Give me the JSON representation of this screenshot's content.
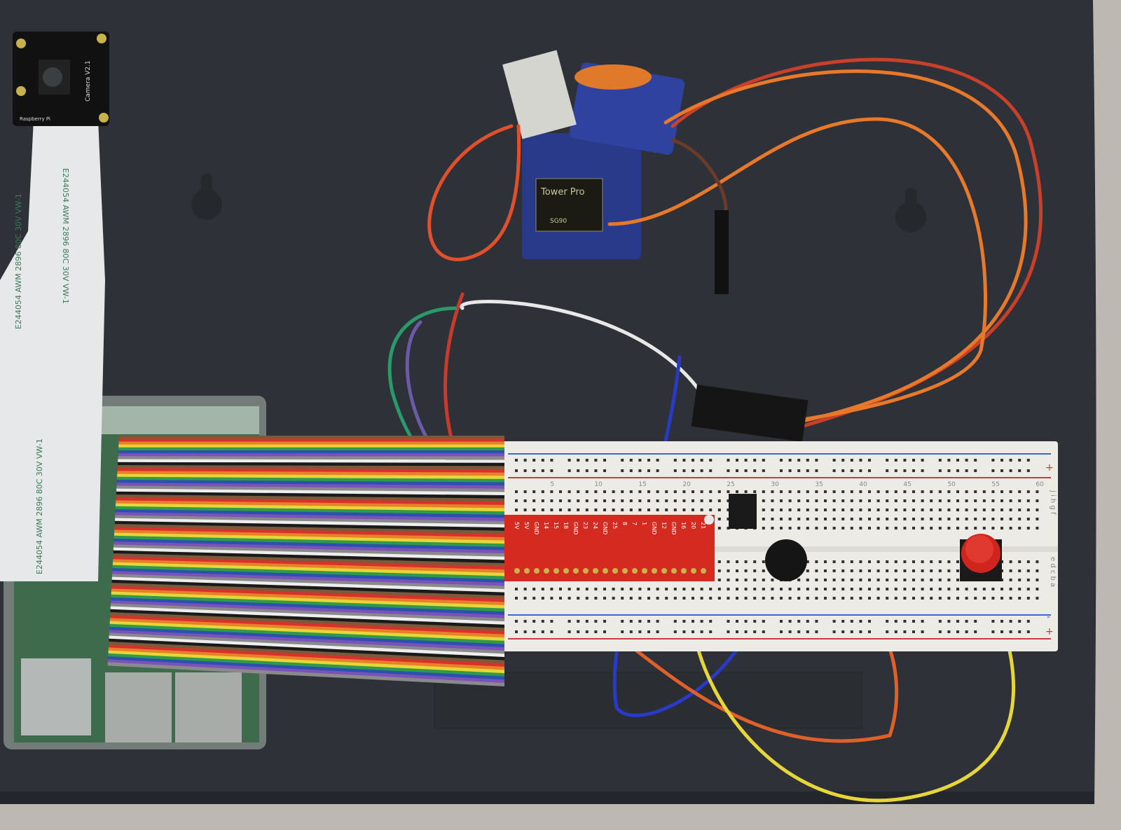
{
  "photo": {
    "camera": {
      "label": "Camera V2.1",
      "brand": "Raspberry Pi"
    },
    "flex_cable_text": "E244054 AWM 2896 80C 30V VW-1",
    "servo": {
      "label": "Tower Pro",
      "model": "SG90"
    },
    "breadboard": {
      "column_numbers": [
        "5",
        "10",
        "15",
        "20",
        "25",
        "30",
        "35",
        "40",
        "45",
        "50",
        "55",
        "60"
      ],
      "row_letters_top": "j i h g f",
      "row_letters_bottom": "e d c b a",
      "rail_plus": "+",
      "rail_minus": "-"
    },
    "breakout_board": {
      "pin_labels": [
        "5V",
        "5V",
        "GND",
        "14",
        "15",
        "18",
        "GND",
        "23",
        "24",
        "GND",
        "25",
        "8",
        "7",
        "1",
        "GND",
        "12",
        "GND",
        "16",
        "20",
        "21"
      ]
    },
    "colors": {
      "board": "#2e3137",
      "ribbon": [
        "#7a5a3a",
        "#d8312b",
        "#e8822a",
        "#e6d63a",
        "#2e9a4a",
        "#2c4fb0",
        "#7a52b8",
        "#8a8a8a",
        "#eeeeee",
        "#1a1a1a"
      ],
      "breadboard": "#ecebe6",
      "breakout": "#d42a1f",
      "button": "#d0251e"
    }
  }
}
